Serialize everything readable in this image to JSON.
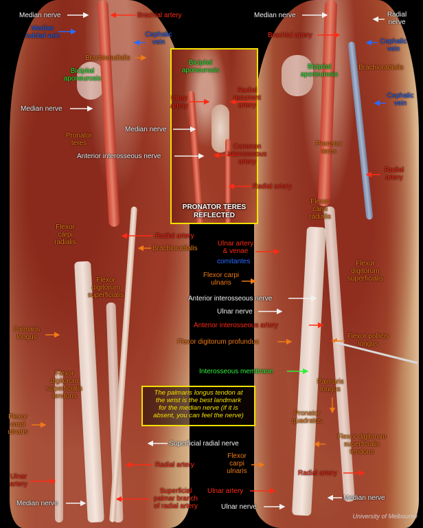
{
  "colors": {
    "nerve": "#f2f2f2",
    "artery": "#ff2a14",
    "muscle": "#f07a16",
    "aponeurosis": "#2ef03a",
    "vein": "#2a6bff",
    "highlight": "#f2e100"
  },
  "left_labels": {
    "median_nerve_top": "Median nerve",
    "brachial_artery": "Brachial artery",
    "median_cubital_vein": [
      "Median",
      "cubital vein"
    ],
    "cephalic_vein": [
      "Cephalic",
      "vein"
    ],
    "brachioradialis_top": "Brachioradialis",
    "bicipital_aponeurosis": [
      "Bicipital",
      "aponeurosis"
    ],
    "median_nerve_mid": "Median nerve",
    "pronator_teres": [
      "Pronator",
      "teres"
    ],
    "anterior_interosseous_nerve": "Anterior interosseous nerve",
    "flexor_carpi_radialis": [
      "Flexor",
      "carpi",
      "radialis"
    ],
    "radial_artery_mid": "Radial artery",
    "brachioradialis_mid": "Brachioradialis",
    "flexor_digitorum_superficialis": [
      "Flexor",
      "digitorum",
      "superficialis"
    ],
    "palmaris_longus": [
      "Palmaris",
      "longus"
    ],
    "fds_tendons": [
      "Flexor",
      "digitorum",
      "superficialis",
      "tendons"
    ],
    "flexor_carpi_ulnaris": [
      "Flexor",
      "carpi",
      "ulnaris"
    ],
    "superficial_radial_nerve": "Superficial radial nerve",
    "radial_artery_low": "Radial artery",
    "ulnar_artery": [
      "Ulnar",
      "artery"
    ],
    "superficial_palmar_branch": [
      "Superficial",
      "palmar branch",
      "of radial artery"
    ],
    "median_nerve_bottom": "Median nerve"
  },
  "inset": {
    "bicipital_aponeurosis": [
      "Bicipital",
      "aponeurosis"
    ],
    "ulnar_artery": [
      "Ulnar",
      "artery"
    ],
    "radial_recurrent_artery": [
      "Radial",
      "recurrent",
      "artery"
    ],
    "median_nerve": "Median nerve",
    "common_interosseous_artery": [
      "Common",
      "interosseous",
      "artery"
    ],
    "radial_artery": "Radial artery",
    "caption": [
      "PRONATOR TERES",
      "REFLECTED"
    ]
  },
  "right_labels": {
    "median_nerve": "Median nerve",
    "radial_nerve": [
      "Radial",
      "nerve"
    ],
    "brachial_artery": "Brachial artery",
    "cephalic_vein_top": [
      "Cephalic",
      "vein"
    ],
    "brachioradialis": "Brachioradialis",
    "bicipital_aponeurosis": [
      "Bicipital",
      "aponeurosis"
    ],
    "cephalic_vein_mid": [
      "Cephalic",
      "vein"
    ],
    "pronator_teres": [
      "Pronator",
      "teres"
    ],
    "radial_artery_mid": [
      "Radial",
      "artery"
    ],
    "flexor_carpi_radialis": [
      "Flexor",
      "carpi",
      "radialis"
    ],
    "ulnar_artery_venae": [
      "Ulnar artery",
      "& venae"
    ],
    "comitantes": "comitantes",
    "flexor_digitorum_superficialis": [
      "Flexor",
      "digitorum",
      "superficialis"
    ],
    "flexor_carpi_ulnaris": [
      "Flexor carpi",
      "ulnaris"
    ],
    "anterior_interosseous_nerve": "Anterior interosseous nerve",
    "ulnar_nerve_mid": "Ulnar nerve",
    "anterior_interosseous_artery": "Anterior interosseous artery",
    "flexor_digitorum_profundus": "Flexor digitorum profundus",
    "flexor_pollicis_longus": [
      "Flexor pollicis",
      "longus"
    ],
    "interosseous_membrane": "Interosseous membrane",
    "palmaris_longus": [
      "Palmaris",
      "longus"
    ],
    "pronator_quadratus": [
      "Pronator",
      "quadratus"
    ],
    "fds_tendons": [
      "Flexor digitorum",
      "superficialis",
      "tendons"
    ],
    "flexor_carpi_ulnaris_low": [
      "Flexor",
      "carpi",
      "ulnaris"
    ],
    "radial_artery_low": "Radial artery",
    "ulnar_artery_low": "Ulnar artery",
    "median_nerve_low": "Median nerve",
    "ulnar_nerve_low": "Ulnar nerve"
  },
  "note": [
    "The palmaris longus tendon at",
    "the wrist is the best landmark",
    "for the median nerve (if it is",
    "absent, you can feel the nerve)"
  ],
  "credit": "University of Melbourne"
}
